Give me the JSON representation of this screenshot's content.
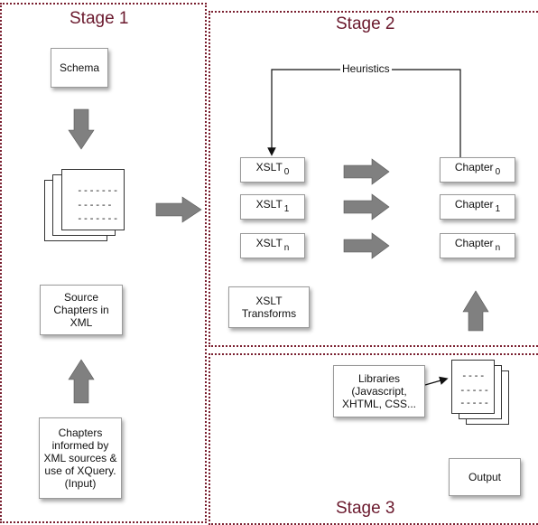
{
  "stages": {
    "stage1": "Stage 1",
    "stage2": "Stage 2",
    "stage3": "Stage 3"
  },
  "stage1": {
    "schema": "Schema",
    "doc_lines": [
      "-------",
      "------",
      "-------"
    ],
    "source_chapters": "Source\nChapters in\nXML",
    "input_box": "Chapters\ninformed by\nXML sources &\nuse of XQuery.\n(Input)"
  },
  "stage2": {
    "heuristics": "Heuristics",
    "xslt": [
      {
        "base": "XSLT",
        "sub": "0"
      },
      {
        "base": "XSLT",
        "sub": "1"
      },
      {
        "base": "XSLT",
        "sub": "n"
      }
    ],
    "chapters": [
      {
        "base": "Chapter",
        "sub": "0"
      },
      {
        "base": "Chapter",
        "sub": "1"
      },
      {
        "base": "Chapter",
        "sub": "n"
      }
    ],
    "xslt_transforms": "XSLT\nTransforms"
  },
  "stage3": {
    "libraries": "Libraries\n(Javascript,\nXHTML, CSS...",
    "doc_lines": [
      "----",
      "-----",
      "-----"
    ],
    "output": "Output"
  },
  "colors": {
    "frame": "#7a2030",
    "title": "#6b1a2e",
    "arrow_fill": "#808080"
  }
}
